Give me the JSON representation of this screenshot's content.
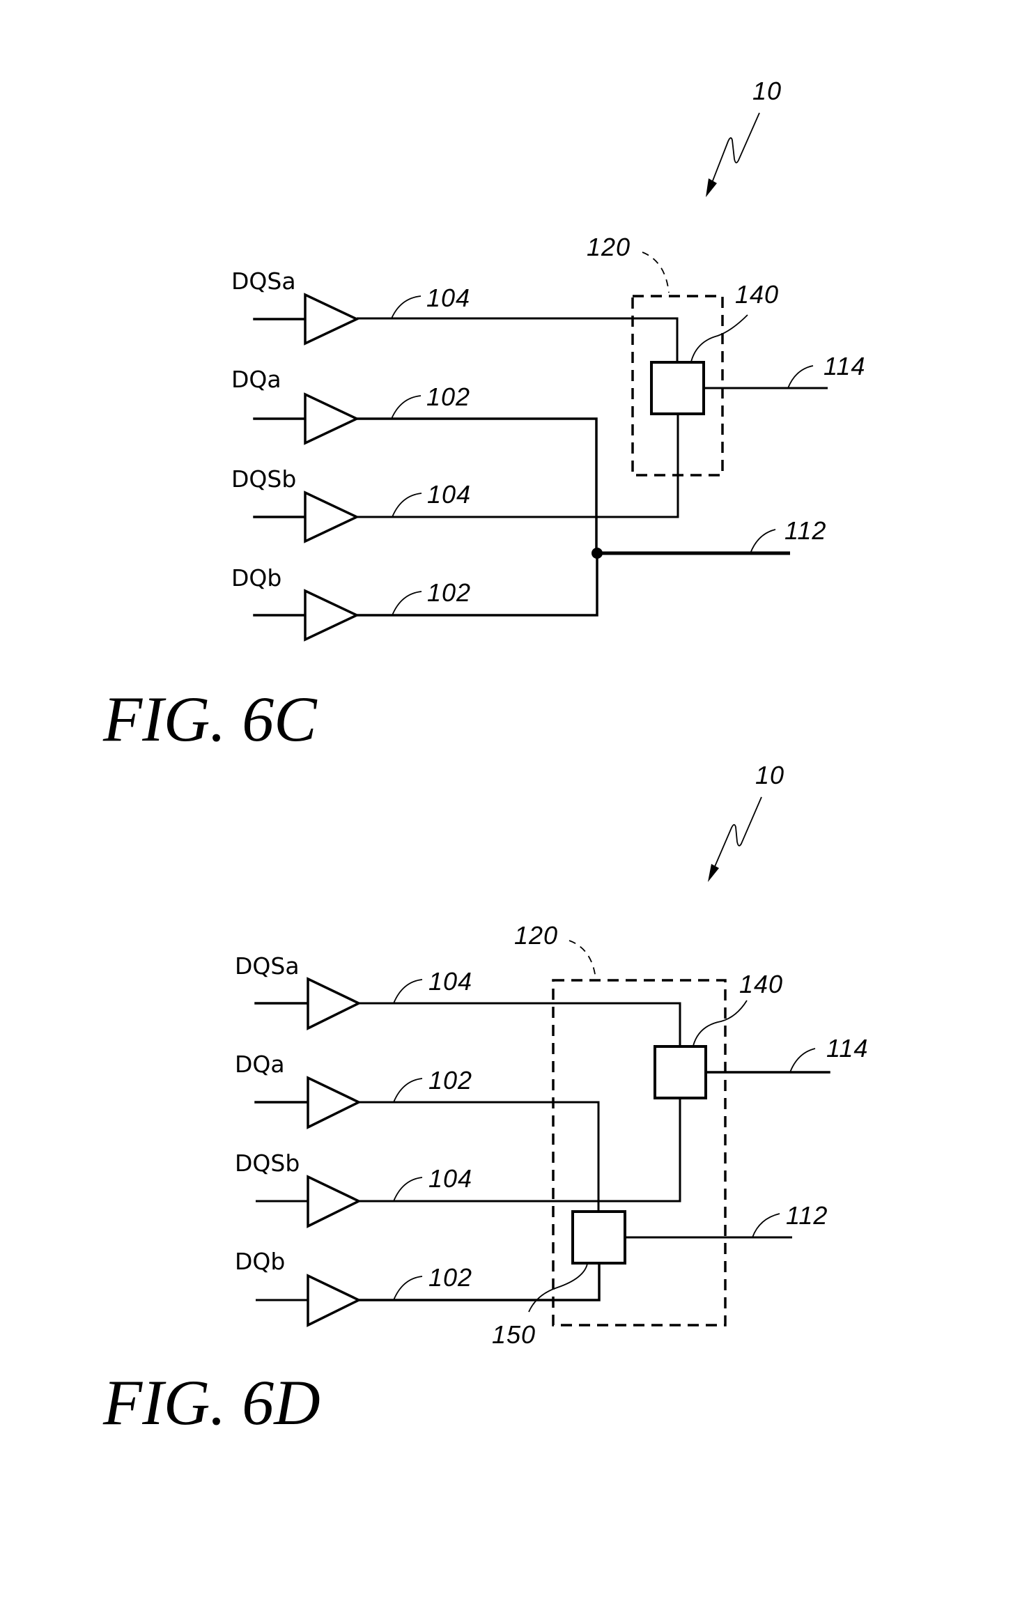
{
  "figures": [
    {
      "id": "6C",
      "caption": "FIG. 6C",
      "system_ref": "10",
      "inputs": [
        {
          "signal": "DQSa",
          "ref": "104"
        },
        {
          "signal": "DQa",
          "ref": "102"
        },
        {
          "signal": "DQSb",
          "ref": "104"
        },
        {
          "signal": "DQb",
          "ref": "102"
        }
      ],
      "blocks": {
        "group": "120",
        "block_140": "140"
      },
      "outputs": {
        "out_114": "114",
        "out_112": "112"
      }
    },
    {
      "id": "6D",
      "caption": "FIG. 6D",
      "system_ref": "10",
      "inputs": [
        {
          "signal": "DQSa",
          "ref": "104"
        },
        {
          "signal": "DQa",
          "ref": "102"
        },
        {
          "signal": "DQSb",
          "ref": "104"
        },
        {
          "signal": "DQb",
          "ref": "102"
        }
      ],
      "blocks": {
        "group": "120",
        "block_140": "140",
        "block_150": "150"
      },
      "outputs": {
        "out_114": "114",
        "out_112": "112"
      }
    }
  ]
}
